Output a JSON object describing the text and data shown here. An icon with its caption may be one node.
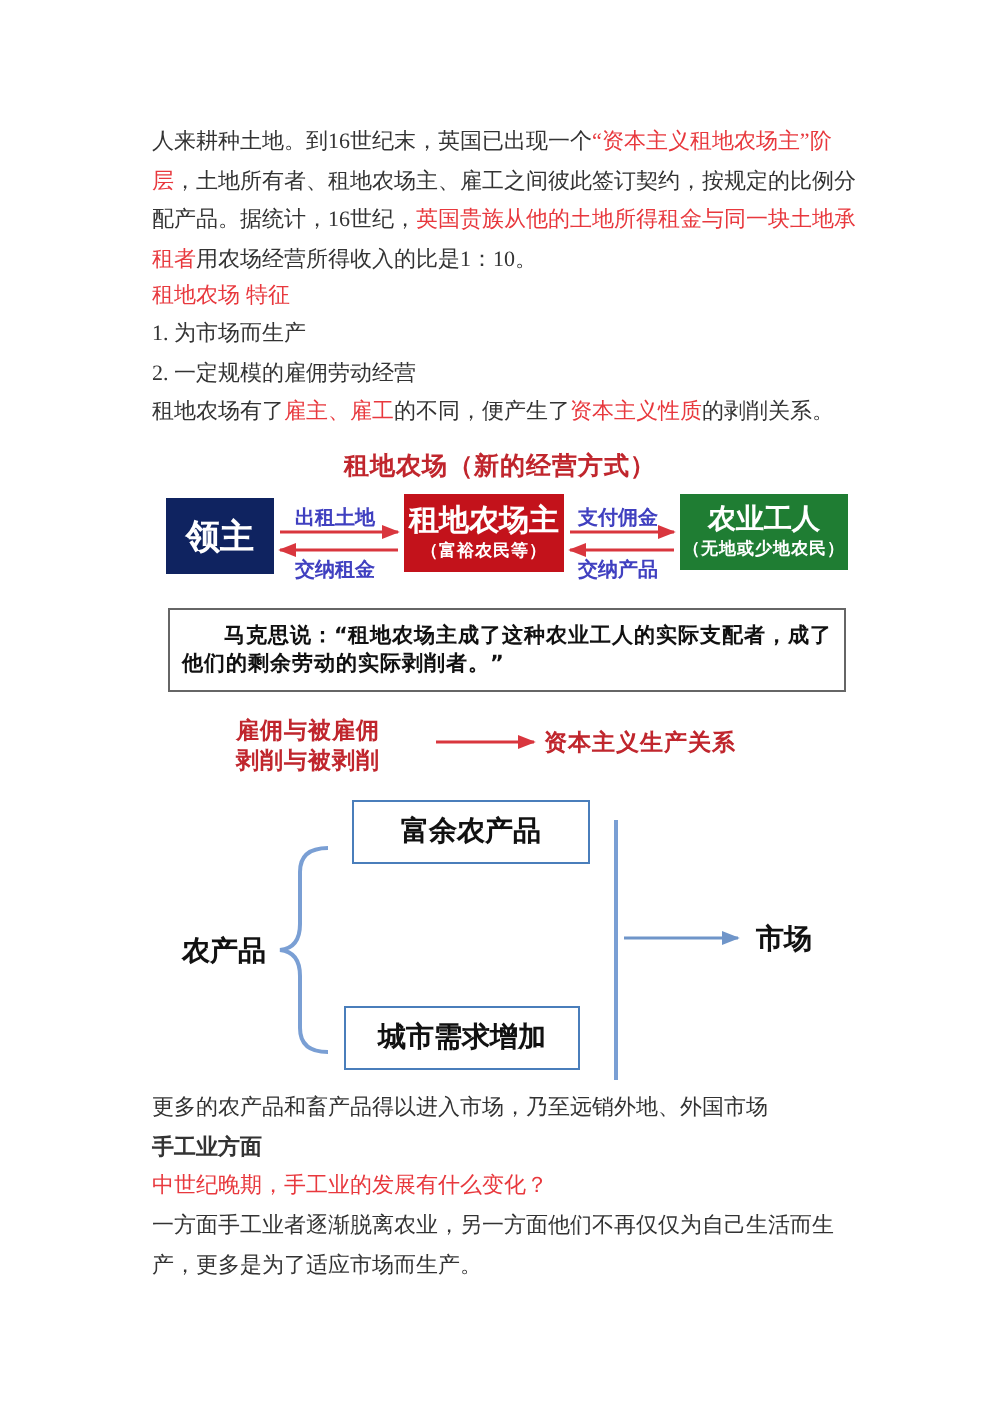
{
  "diagram": {
    "nodes": [
      {
        "text": [
          "领主"
        ]
      },
      {
        "text": [
          "租地农场主",
          "（富裕农民等）"
        ]
      },
      {
        "text": [
          "农业工人",
          "（无地或少地农民）"
        ]
      },
      {
        "text": [
          "马克思说：“租地农场主成了这种农业工人的实际支配者，成了他们的剩余劳动的实际剥削者。”"
        ]
      },
      {
        "text": [
          "雇佣与被雇佣",
          "剥削与被剥削"
        ]
      },
      {
        "text": [
          "资本主义生产关系"
        ]
      },
      {
        "text": [
          "农产品"
        ]
      },
      {
        "text": [
          "富余农产品"
        ]
      },
      {
        "text": [
          "城市需求增加"
        ]
      },
      {
        "text": [],
        "shape": "bar"
      },
      {
        "text": [
          "市场"
        ]
      }
    ],
    "edges": [
      {
        "from": 0,
        "to": 1,
        "arrow": "to",
        "label": "出租土地"
      },
      {
        "from": 1,
        "to": 0,
        "arrow": "to",
        "label": "交纳租金"
      },
      {
        "from": 1,
        "to": 2,
        "arrow": "to",
        "label": "支付佣金"
      },
      {
        "from": 2,
        "to": 1,
        "arrow": "to",
        "label": "交纳产品"
      },
      {
        "from": 4,
        "to": 5,
        "arrow": "to"
      },
      {
        "from": 9,
        "to": 10,
        "arrow": "to",
        "color": "#6f95c9"
      }
    ],
    "labels": [
      "人来耕种土地。到16世纪末，英国已出现一个",
      "“资本主义租地农场主”阶层",
      "，土地所有者、租地农场主、雇工之间彼此签订契约，按规定的比例分配产品。据统计，16世纪，",
      "英国贵族从他的土地所得租金与同一块土地承租者",
      "用农场经营所得收入的比是1：10。",
      "租地农场 特征",
      "1. 为市场而生产",
      "2. 一定规模的雇佣劳动经营",
      "租地农场有了",
      "雇主、雇工",
      "的不同，便产生了",
      "资本主义性质",
      "的剥削关系。",
      "租地农场（新的经营方式）",
      "更多的农产品和畜产品得以进入市场，乃至远销外地、外国市场",
      "手工业方面",
      "中世纪晚期，手工业的发展有什么变化？",
      "一方面手工业者逐渐脱离农业，另一方面他们不再仅仅为自己生活而生产，更多是为了适应市场而生产。"
    ]
  }
}
